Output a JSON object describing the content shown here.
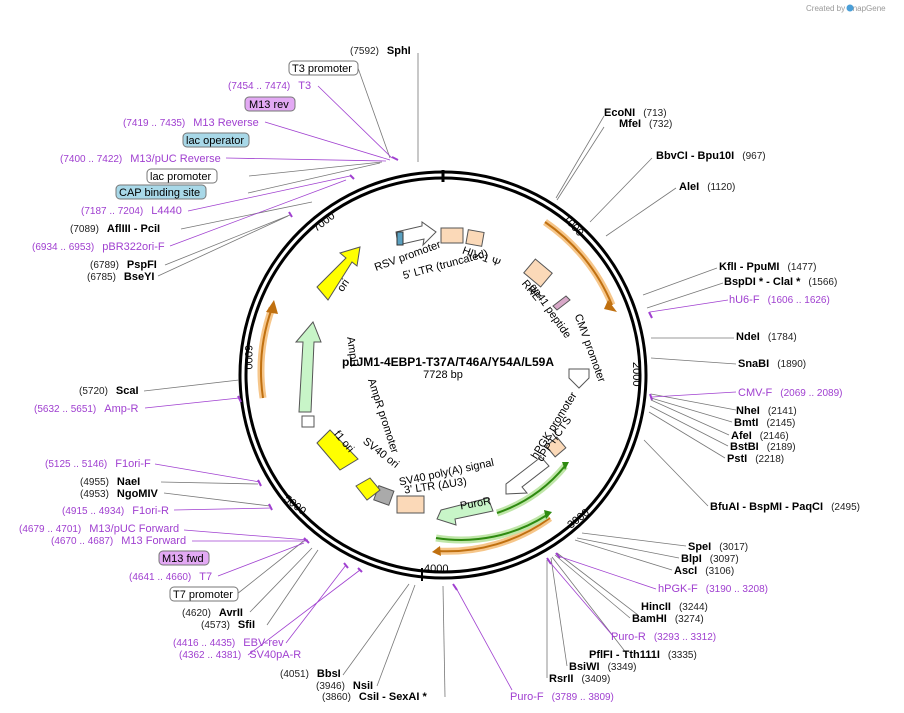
{
  "watermark": "Created by SnapGene",
  "plasmid": {
    "name": "pLJM1-4EBP1-T37A/T46A/Y54A/L59A",
    "length_text": "7728 bp",
    "length": 7728
  },
  "ticks": [
    "1000",
    "2000",
    "3000",
    "4000",
    "5000",
    "6000",
    "7000"
  ],
  "right_labels": [
    {
      "pos": "(713)",
      "name": "EcoNI"
    },
    {
      "pos": "(732)",
      "name": "MfeI"
    },
    {
      "pos": "(967)",
      "name": "BbvCI  -  Bpu10I"
    },
    {
      "pos": "(1120)",
      "name": "AleI"
    },
    {
      "pos": "(1477)",
      "name": "KflI  -  PpuMI"
    },
    {
      "pos": "(1566)",
      "name": "BspDI *  -  ClaI *"
    },
    {
      "pos": "(1606 .. 1626)",
      "name": "hU6-F"
    },
    {
      "pos": "(1784)",
      "name": "NdeI"
    },
    {
      "pos": "(1890)",
      "name": "SnaBI"
    },
    {
      "pos": "(2069 .. 2089)",
      "name": "CMV-F"
    },
    {
      "pos": "(2141)",
      "name": "NheI"
    },
    {
      "pos": "(2145)",
      "name": "BmtI"
    },
    {
      "pos": "(2146)",
      "name": "AfeI"
    },
    {
      "pos": "(2189)",
      "name": "BstBI"
    },
    {
      "pos": "(2218)",
      "name": "PstI"
    },
    {
      "pos": "(2495)",
      "name": "BfuAI  -  BspMI  -  PaqCI"
    },
    {
      "pos": "(3017)",
      "name": "SpeI"
    },
    {
      "pos": "(3097)",
      "name": "BlpI"
    },
    {
      "pos": "(3106)",
      "name": "AscI"
    },
    {
      "pos": "(3190 .. 3208)",
      "name": "hPGK-F"
    },
    {
      "pos": "(3244)",
      "name": "HincII"
    },
    {
      "pos": "(3274)",
      "name": "BamHI"
    },
    {
      "pos": "(3293 .. 3312)",
      "name": "Puro-R"
    },
    {
      "pos": "(3335)",
      "name": "PflFI  -  Tth111I"
    },
    {
      "pos": "(3349)",
      "name": "BsiWI"
    },
    {
      "pos": "(3409)",
      "name": "RsrII"
    },
    {
      "pos": "(3789 .. 3809)",
      "name": "Puro-F"
    }
  ],
  "left_labels": [
    {
      "pos": "(7592)",
      "name": "SphI"
    },
    {
      "pos": "",
      "name": "T3 promoter"
    },
    {
      "pos": "(7454 .. 7474)",
      "name": "T3"
    },
    {
      "pos": "",
      "name": "M13 rev"
    },
    {
      "pos": "(7419 .. 7435)",
      "name": "M13 Reverse"
    },
    {
      "pos": "",
      "name": "lac operator"
    },
    {
      "pos": "(7400 .. 7422)",
      "name": "M13/pUC Reverse"
    },
    {
      "pos": "",
      "name": "lac promoter"
    },
    {
      "pos": "",
      "name": "CAP binding site"
    },
    {
      "pos": "(7187 .. 7204)",
      "name": "L4440"
    },
    {
      "pos": "(7089)",
      "name": "AflIII  -  PciI"
    },
    {
      "pos": "(6934 .. 6953)",
      "name": "pBR322ori-F"
    },
    {
      "pos": "(6789)",
      "name": "PspFI"
    },
    {
      "pos": "(6785)",
      "name": "BseYI"
    },
    {
      "pos": "(5720)",
      "name": "ScaI"
    },
    {
      "pos": "(5632 .. 5651)",
      "name": "Amp-R"
    },
    {
      "pos": "(5125 .. 5146)",
      "name": "F1ori-F"
    },
    {
      "pos": "(4955)",
      "name": "NaeI"
    },
    {
      "pos": "(4953)",
      "name": "NgoMIV"
    },
    {
      "pos": "(4915 .. 4934)",
      "name": "F1ori-R"
    },
    {
      "pos": "(4679 .. 4701)",
      "name": "M13/pUC Forward"
    },
    {
      "pos": "(4670 .. 4687)",
      "name": "M13 Forward"
    },
    {
      "pos": "",
      "name": "M13 fwd"
    },
    {
      "pos": "(4641 .. 4660)",
      "name": "T7"
    },
    {
      "pos": "",
      "name": "T7 promoter"
    },
    {
      "pos": "(4620)",
      "name": "AvrII"
    },
    {
      "pos": "(4573)",
      "name": "SfiI"
    },
    {
      "pos": "(4416 .. 4435)",
      "name": "EBV-rev"
    },
    {
      "pos": "(4362 .. 4381)",
      "name": "SV40pA-R"
    },
    {
      "pos": "(4051)",
      "name": "BbsI"
    },
    {
      "pos": "(3946)",
      "name": "NsiI"
    },
    {
      "pos": "(3860)",
      "name": "CsiI  -  SexAI *"
    }
  ],
  "inner_features": [
    "RSV promoter",
    "5' LTR (truncated)",
    "HIV-1 Ψ",
    "RRE",
    "gp41 peptide",
    "CMV promoter",
    "hPGK promoter",
    "cPPT/CTS",
    "PuroR",
    "SV40 poly(A) signal",
    "3' LTR (ΔU3)",
    "SV40 ori",
    "f1 ori",
    "AmpR promoter",
    "AmpR",
    "ori"
  ],
  "colors": {
    "primer": "#a040d0",
    "ori": "#ffff00",
    "ampr": "#c8f5c8",
    "orf": "#ffe0c0",
    "orange_arc": "#f0a030",
    "green_arc": "#40a020",
    "blue_box": "#a8d8e8",
    "purple_box": "#e0a8f0"
  }
}
